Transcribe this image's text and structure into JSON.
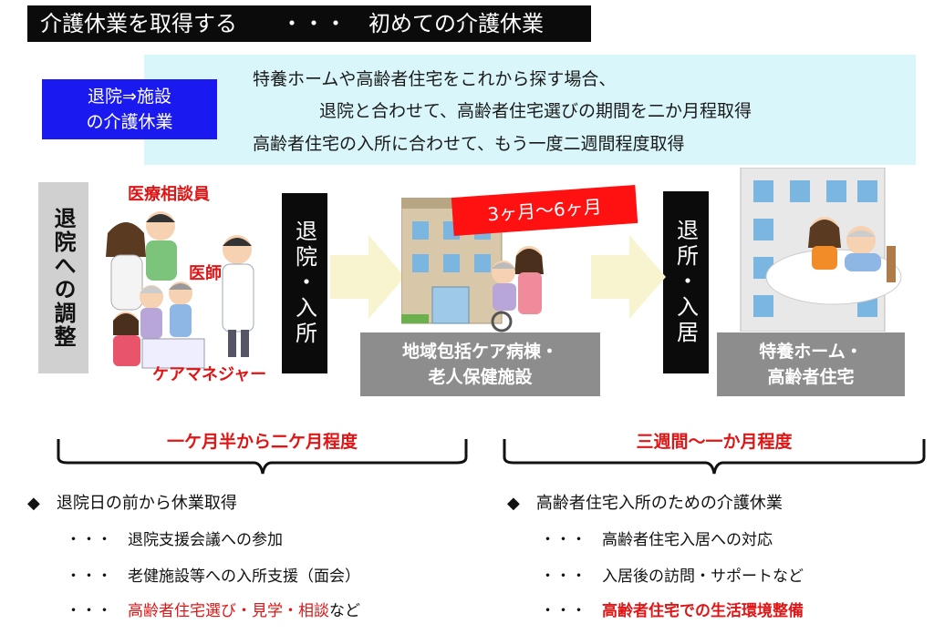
{
  "title": {
    "main": "介護休業を取得する",
    "dots": "・・・",
    "sub": "初めての介護休業"
  },
  "info": {
    "line1": "特養ホームや高齢者住宅をこれから探す場合、",
    "line2": "退院と合わせて、高齢者住宅選びの期間を二か月程取得",
    "line3": "高齢者住宅の入所に合わせて、もう一度二週間程度取得"
  },
  "blue_label": {
    "line1": "退院⇒施設",
    "line2": "の介護休業"
  },
  "adjust_label": "退院への調整",
  "people_labels": {
    "social_worker": "医療相談員",
    "doctor": "医師",
    "care_manager": "ケアマネジャー"
  },
  "step1_label": "退院・入所",
  "badge": "3ヶ月～6ヶ月",
  "facility1": {
    "line1": "地域包括ケア病棟・",
    "line2": "老人保健施設"
  },
  "step2_label": "退所・入居",
  "facility2": {
    "line1": "特養ホーム・",
    "line2": "高齢者住宅"
  },
  "period_left": "一ケ月半から二ケ月程度",
  "period_right": "三週間～一か月程度",
  "left_list": {
    "bullet": "◆",
    "main": "退院日の前から休業取得",
    "items": [
      {
        "dots": "・・・",
        "text": "退院支援会議への参加"
      },
      {
        "dots": "・・・",
        "text": "老健施設等への入所支援（面会）"
      },
      {
        "dots": "・・・",
        "text_red": "高齢者住宅選び・見学・相談",
        "text_tail": "など"
      }
    ]
  },
  "right_list": {
    "bullet": "◆",
    "main": "高齢者住宅入所のための介護休業",
    "items": [
      {
        "dots": "・・・",
        "text": "高齢者住宅入居への対応"
      },
      {
        "dots": "・・・",
        "text": "入居後の訪問・サポートなど"
      },
      {
        "dots": "・・・",
        "text_red": "高齢者住宅での生活環境整備"
      }
    ]
  },
  "colors": {
    "title_bg": "#0b0b0b",
    "info_bg": "#d9f7fb",
    "blue": "#1a1af0",
    "red": "#e01515",
    "gray": "#8d8d8d",
    "arrow": "#f7f4cf"
  }
}
